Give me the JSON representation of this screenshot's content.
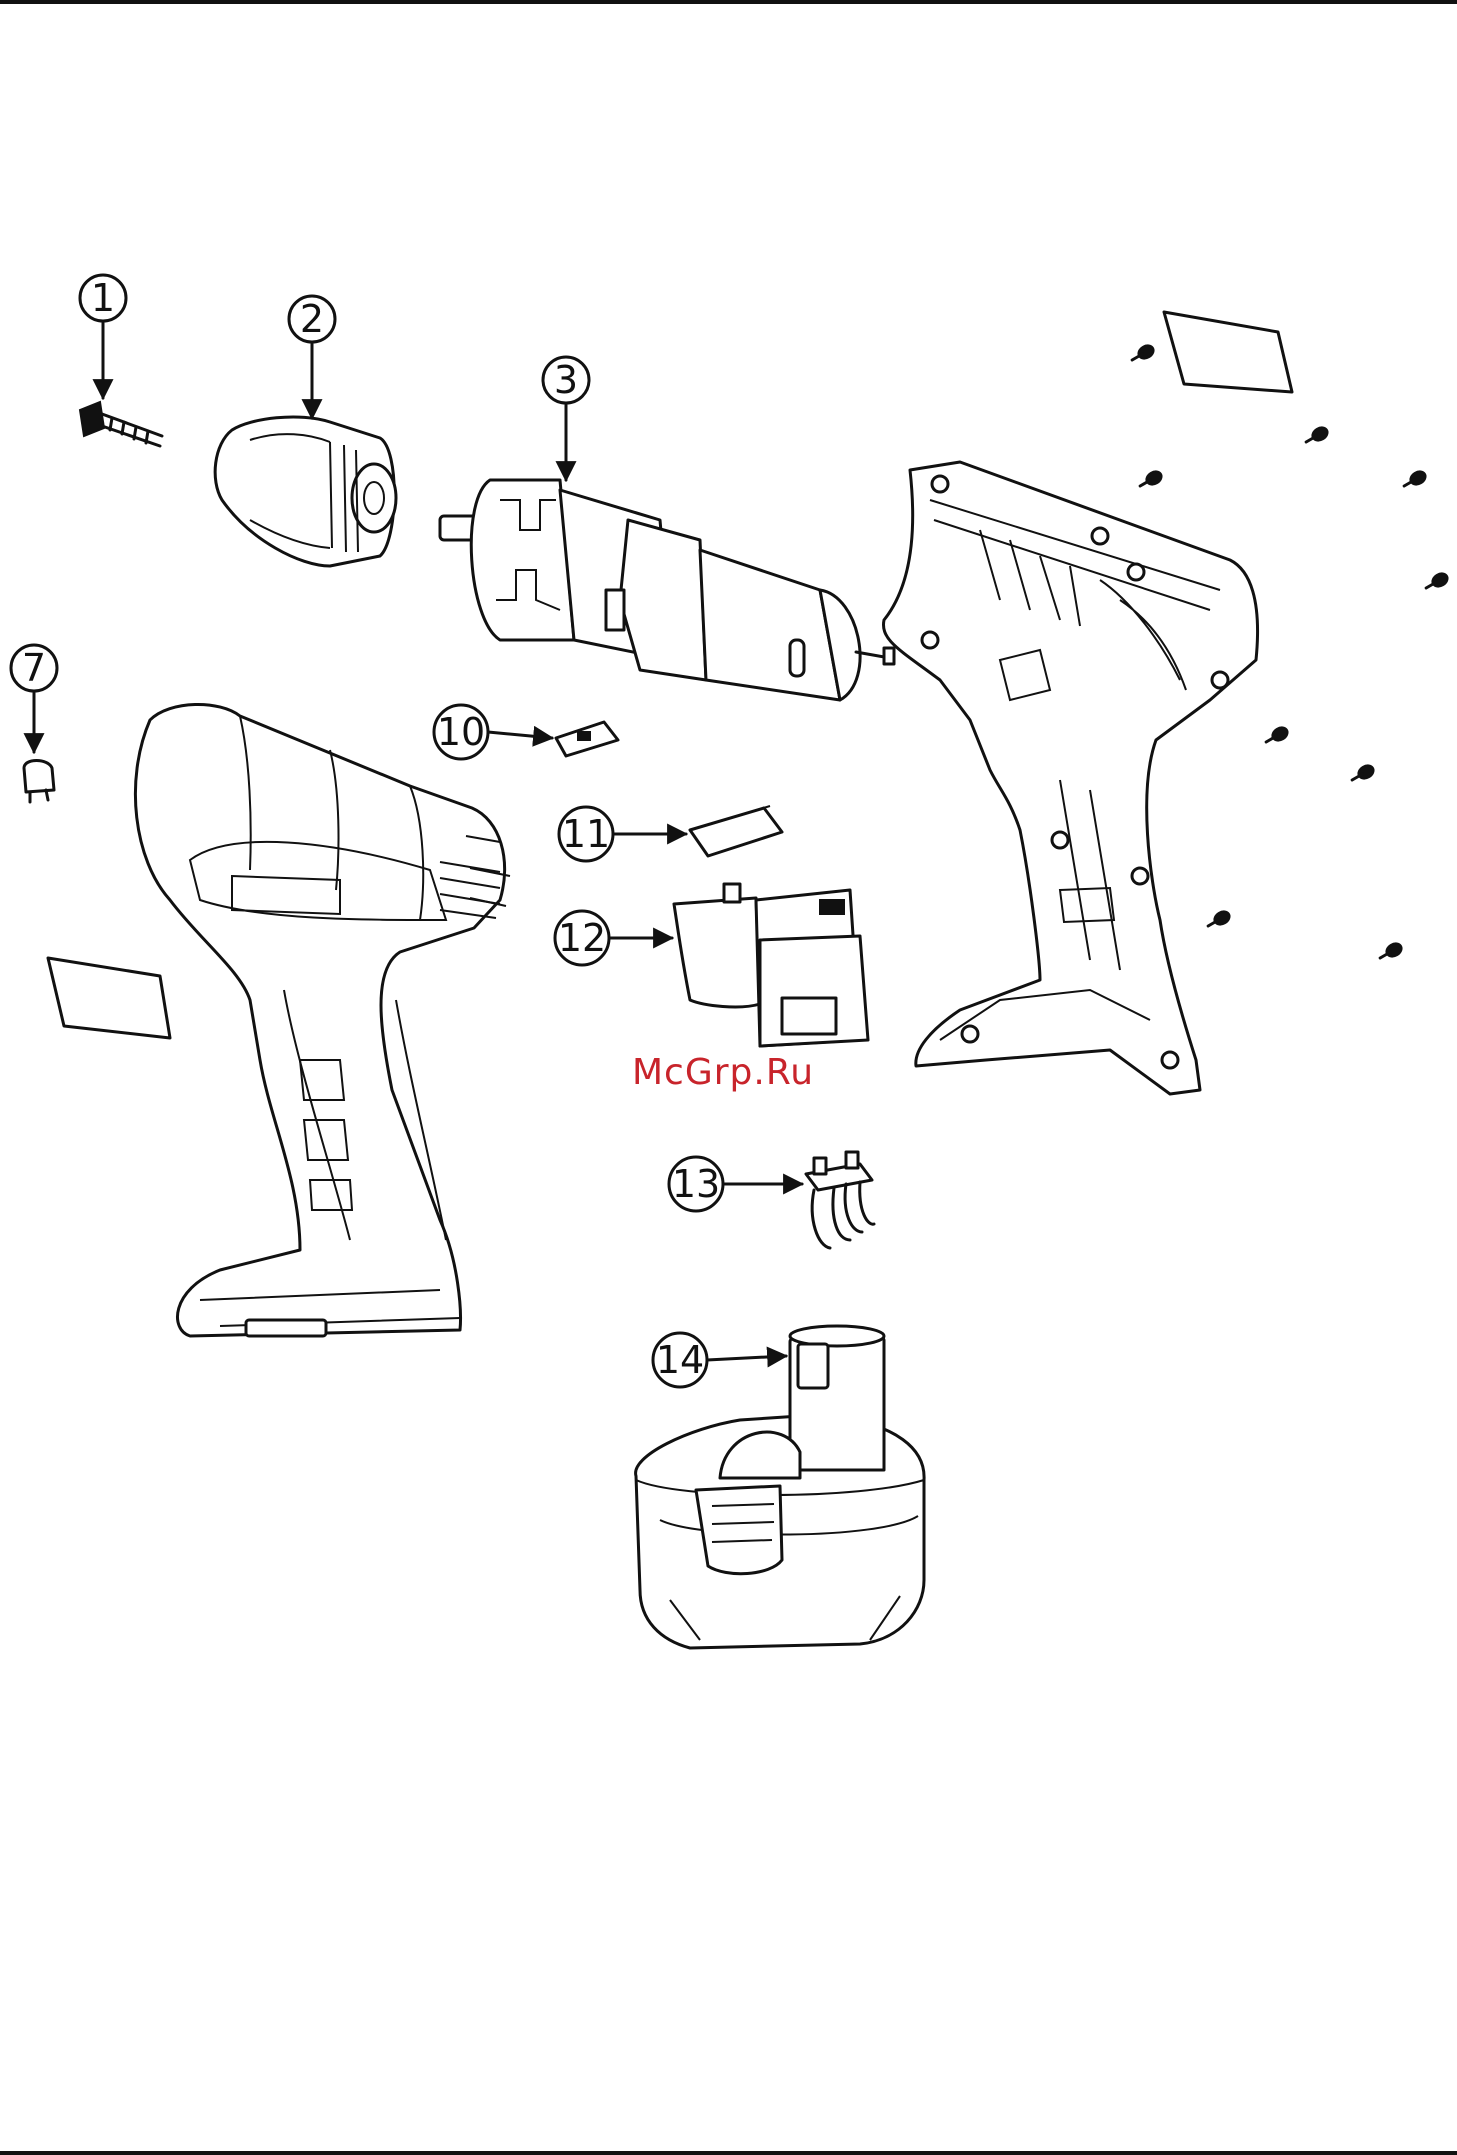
{
  "watermark": "McGrp.Ru",
  "callouts": [
    {
      "id": "c1",
      "label": "1"
    },
    {
      "id": "c2",
      "label": "2"
    },
    {
      "id": "c3",
      "label": "3"
    },
    {
      "id": "c7",
      "label": "7"
    },
    {
      "id": "c10",
      "label": "10"
    },
    {
      "id": "c11",
      "label": "11"
    },
    {
      "id": "c12",
      "label": "12"
    },
    {
      "id": "c13",
      "label": "13"
    },
    {
      "id": "c14",
      "label": "14"
    }
  ]
}
